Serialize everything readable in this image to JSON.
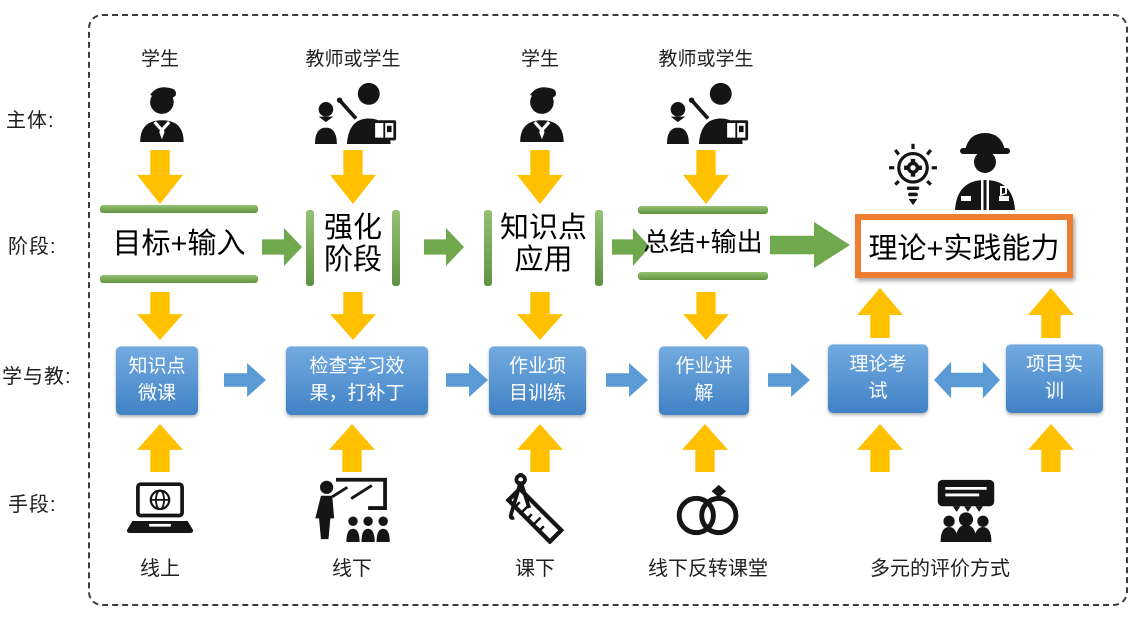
{
  "row_labels": {
    "subjects": "主体:",
    "stages": "阶段:",
    "teaching": "学与教:",
    "means": "手段:"
  },
  "subjects": [
    {
      "label": "学生",
      "icon": "student-icon"
    },
    {
      "label": "教师或学生",
      "icon": "teacher-student-icon"
    },
    {
      "label": "学生",
      "icon": "student-icon"
    },
    {
      "label": "教师或学生",
      "icon": "teacher-student-icon"
    }
  ],
  "stages": [
    {
      "text": "目标+输入",
      "style": "horizontal-green-bars"
    },
    {
      "line1": "强化",
      "line2": "阶段",
      "style": "vertical-green-bars"
    },
    {
      "line1": "知识点",
      "line2": "应用",
      "style": "vertical-green-bars"
    },
    {
      "text": "总结+输出",
      "style": "horizontal-green-bars"
    },
    {
      "text": "理论+实践能力",
      "style": "orange-outline-box",
      "icons": [
        "idea-bulb-gear-icon",
        "engineer-hardhat-icon"
      ]
    }
  ],
  "teaching_boxes": [
    {
      "line1": "知识点",
      "line2": "微课"
    },
    {
      "line1": "检查学习效",
      "line2": "果，打补丁"
    },
    {
      "line1": "作业项",
      "line2": "目训练"
    },
    {
      "line1": "作业讲",
      "line2": "解"
    },
    {
      "line1": "理论考",
      "line2": "试"
    },
    {
      "line1": "项目实",
      "line2": "训"
    }
  ],
  "means": [
    {
      "label": "线上",
      "icon": "laptop-globe-icon"
    },
    {
      "label": "线下",
      "icon": "classroom-teacher-icon"
    },
    {
      "label": "课下",
      "icon": "compass-ruler-icon"
    },
    {
      "label": "线下反转课堂",
      "icon": "linked-rings-icon"
    },
    {
      "label": "多元的评价方式",
      "icon": "presentation-group-icon"
    }
  ],
  "colors": {
    "arrow_yellow": "#FFC000",
    "arrow_green": "#6FA84D",
    "arrow_blue": "#5B9BD5",
    "teaching_box_blue": "#4E8FD0",
    "stage_bar_green": "#70AD47",
    "result_box_border_orange": "#ED7D31",
    "icon_black": "#151515"
  }
}
